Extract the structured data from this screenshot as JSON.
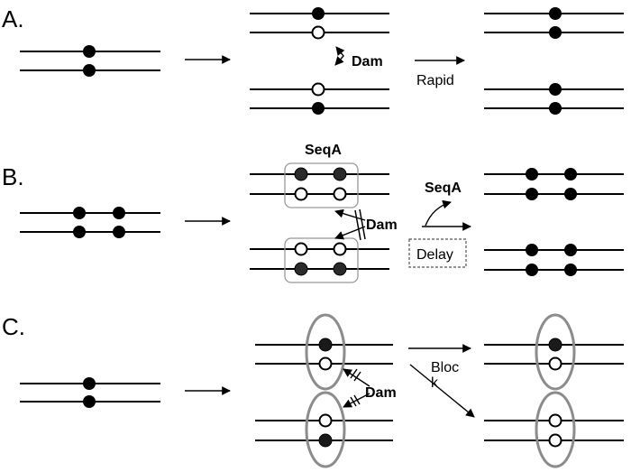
{
  "panels": {
    "a": {
      "letter": "A.",
      "enzyme": "Dam",
      "speed": "Rapid"
    },
    "b": {
      "letter": "B.",
      "protein_top": "SeqA",
      "enzyme": "Dam",
      "protein_released": "SeqA",
      "delay": "Delay"
    },
    "c": {
      "letter": "C.",
      "enzyme": "Dam",
      "block_line1": "Bloc",
      "block_line2": "k"
    }
  },
  "legend_semantics": {
    "filled_circle": "methylated site",
    "open_circle": "unmethylated site",
    "grey_box_or_ellipse": "bound sequestration protein"
  },
  "colors": {
    "strand": "#000000",
    "methylated": "#000000",
    "unmethylated": "#ffffff",
    "seqa_fill": "#2a2a2a",
    "seqa_box_border": "#999999",
    "membrane_ellipse": "#8c8c8c",
    "delay_border": "#555555"
  }
}
